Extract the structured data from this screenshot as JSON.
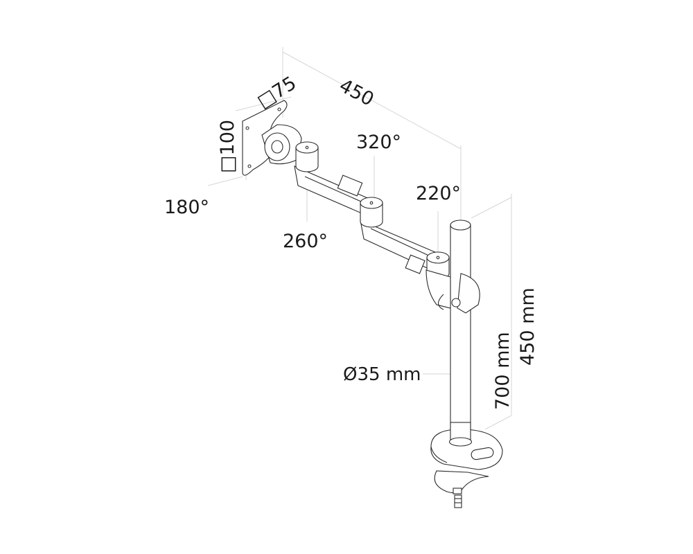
{
  "diagram": {
    "subject": "single monitor desk mount arm with pole and grommet clamp",
    "line_color": "#2a2a2a",
    "dimension_line_color": "#d6d6d6",
    "background": "#ffffff"
  },
  "labels": {
    "vesa_75": "□75",
    "vesa_100": "□100",
    "arm_reach": "450",
    "rotation_320": "320°",
    "rotation_220": "220°",
    "rotation_180": "180°",
    "rotation_260": "260°",
    "pole_diameter": "Ø35 mm",
    "pole_height": "700 mm",
    "height_adjust": "450 mm"
  }
}
